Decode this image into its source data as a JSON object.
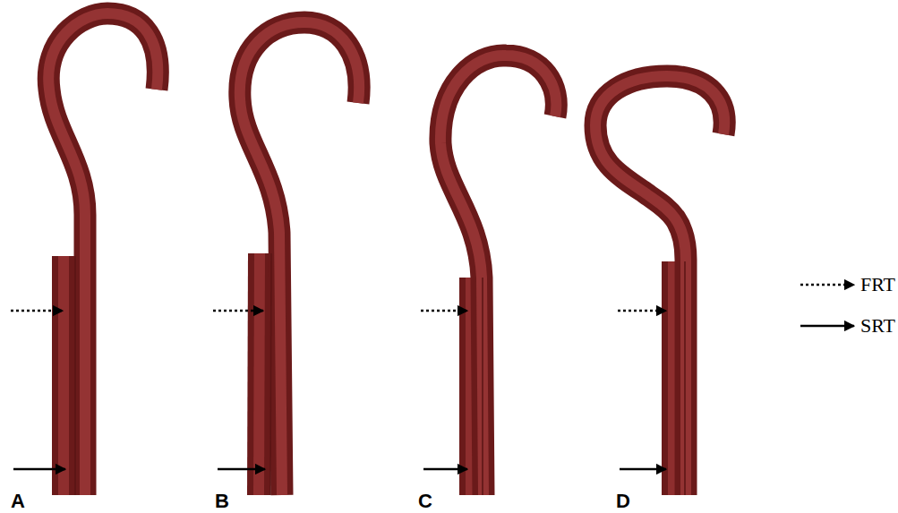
{
  "diagram": {
    "labels": [
      "A",
      "B",
      "C",
      "D"
    ],
    "legend": [
      {
        "text": "FRT"
      },
      {
        "text": "SRT"
      }
    ]
  }
}
